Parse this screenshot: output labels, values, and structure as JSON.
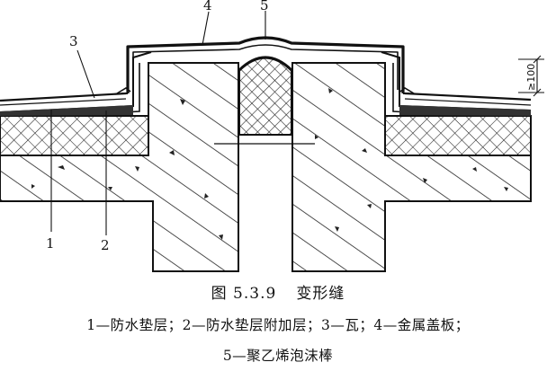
{
  "labels": {
    "l1": "1",
    "l2": "2",
    "l3": "3",
    "l4": "4",
    "l5": "5"
  },
  "dimension": {
    "text": "≥100"
  },
  "caption": {
    "figure_number": "图 5.3.9",
    "title": "变形缝"
  },
  "legend": {
    "line1": "1—防水垫层；2—防水垫层附加层；3—瓦；4—金属盖板；",
    "line2": "5—聚乙烯泡沫棒"
  }
}
